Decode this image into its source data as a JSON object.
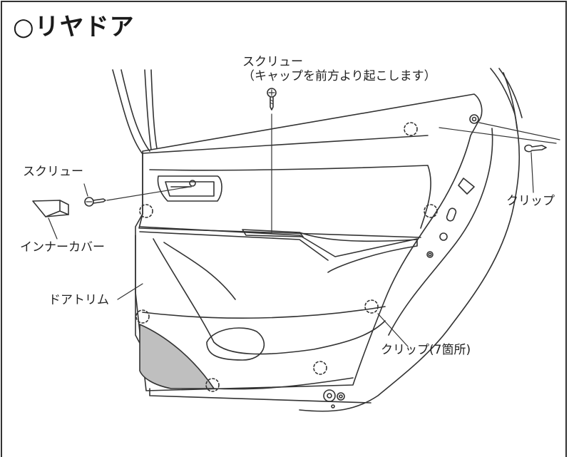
{
  "title": "○リヤドア",
  "labels": {
    "screw_top_line1": "スクリュー",
    "screw_top_line2": "（キャップを前方より起こします）",
    "screw_left": "スクリュー",
    "clip_right": "クリップ",
    "inner_cover": "インナーカバー",
    "door_trim": "ドアトリム",
    "clip_count": "クリップ(7箇所)"
  },
  "colors": {
    "line": "#333333",
    "panel_fill": "#bfbfbf"
  }
}
